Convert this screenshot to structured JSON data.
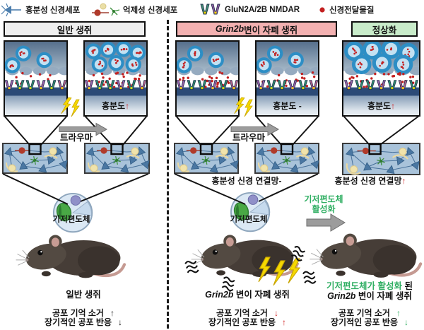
{
  "legend": {
    "items": [
      {
        "label": "흥분성 신경세포"
      },
      {
        "label": "억제성 신경세포"
      },
      {
        "label": "GluN2A/2B NMDAR"
      },
      {
        "label": "신경전달물질"
      }
    ]
  },
  "headers": {
    "normal": "일반 생쥐",
    "mutant_gene": "Grin2b",
    "mutant_rest": " 변이 자폐 생쥐",
    "normalized": "정상화"
  },
  "colors": {
    "red": "#d01f1f",
    "green": "#2fae62",
    "header_normal_bg": "#efefef",
    "header_mutant_bg": "#f3b1b1",
    "header_normalized_bg": "#c9ecca"
  },
  "panel1": {
    "trauma_label": "트라우마",
    "excitability_label": "흥분도",
    "excitability_arrow": "↑",
    "amygdala_label": "기저편도체",
    "mouse_caption": "일반 생쥐",
    "fear_extinction_label": "공포 기억 소거",
    "fear_extinction_arrow": "↑",
    "longterm_fear_label": "장기적인 공포 반응",
    "longterm_fear_arrow": "↓"
  },
  "panel2": {
    "trauma_label": "트라우마",
    "excitability_label": "흥분도 -",
    "network_label": "흥분성 신경 연결망-",
    "amygdala_label": "기저편도체",
    "caption_gene": "Grin2b",
    "caption_rest": " 변이 자폐 생쥐",
    "fear_extinction_label": "공포 기억 소거",
    "fear_extinction_arrow": "↓",
    "longterm_fear_label": "장기적인 공포 반응",
    "longterm_fear_arrow": "↑"
  },
  "panel3": {
    "excitability_label": "흥분도",
    "excitability_arrow": "↑",
    "network_label": "흥분성 신경 연결망",
    "network_arrow": "↑",
    "activation_line1": "기저편도체",
    "activation_line2": "활성화",
    "caption_green": "기저편도체가 활성화",
    "caption_black": " 된",
    "caption_gene": "Grin2b",
    "caption_rest": " 변이 자폐 생쥐",
    "fear_extinction_label": "공포 기억 소거",
    "fear_extinction_arrow": "↑",
    "longterm_fear_label": "장기적인 공포 반응",
    "longterm_fear_arrow": "↓"
  }
}
